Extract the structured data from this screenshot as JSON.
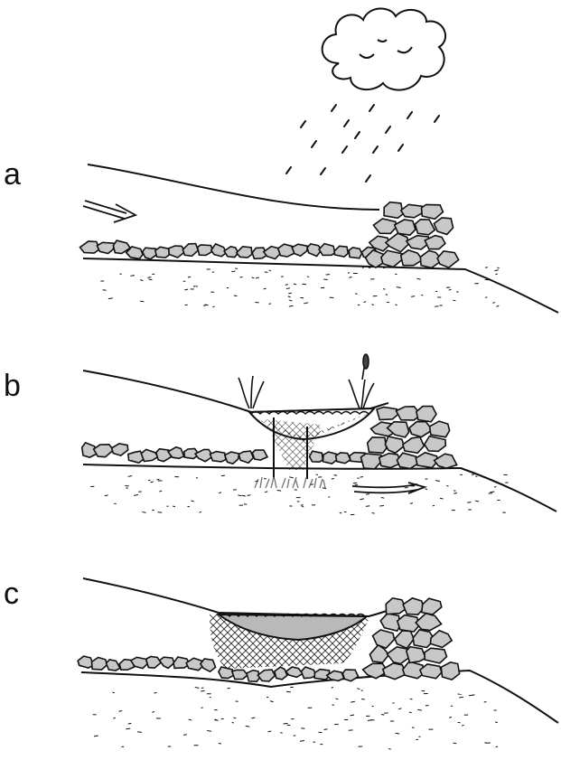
{
  "panels": [
    {
      "label": "a"
    },
    {
      "label": "b"
    },
    {
      "label": "c"
    }
  ],
  "colors": {
    "ink": "#111111",
    "rock_fill": "#c8c8c8",
    "water_fill": "#b9b9b9",
    "vegetation": "#7a7a7a",
    "background": "#ffffff"
  },
  "icons": {
    "rain_cloud": "cloud-icon",
    "flow_arrow": "double-arrow-icon",
    "seepage_arrow": "arrow-right-icon",
    "plant": "reed-icon"
  }
}
